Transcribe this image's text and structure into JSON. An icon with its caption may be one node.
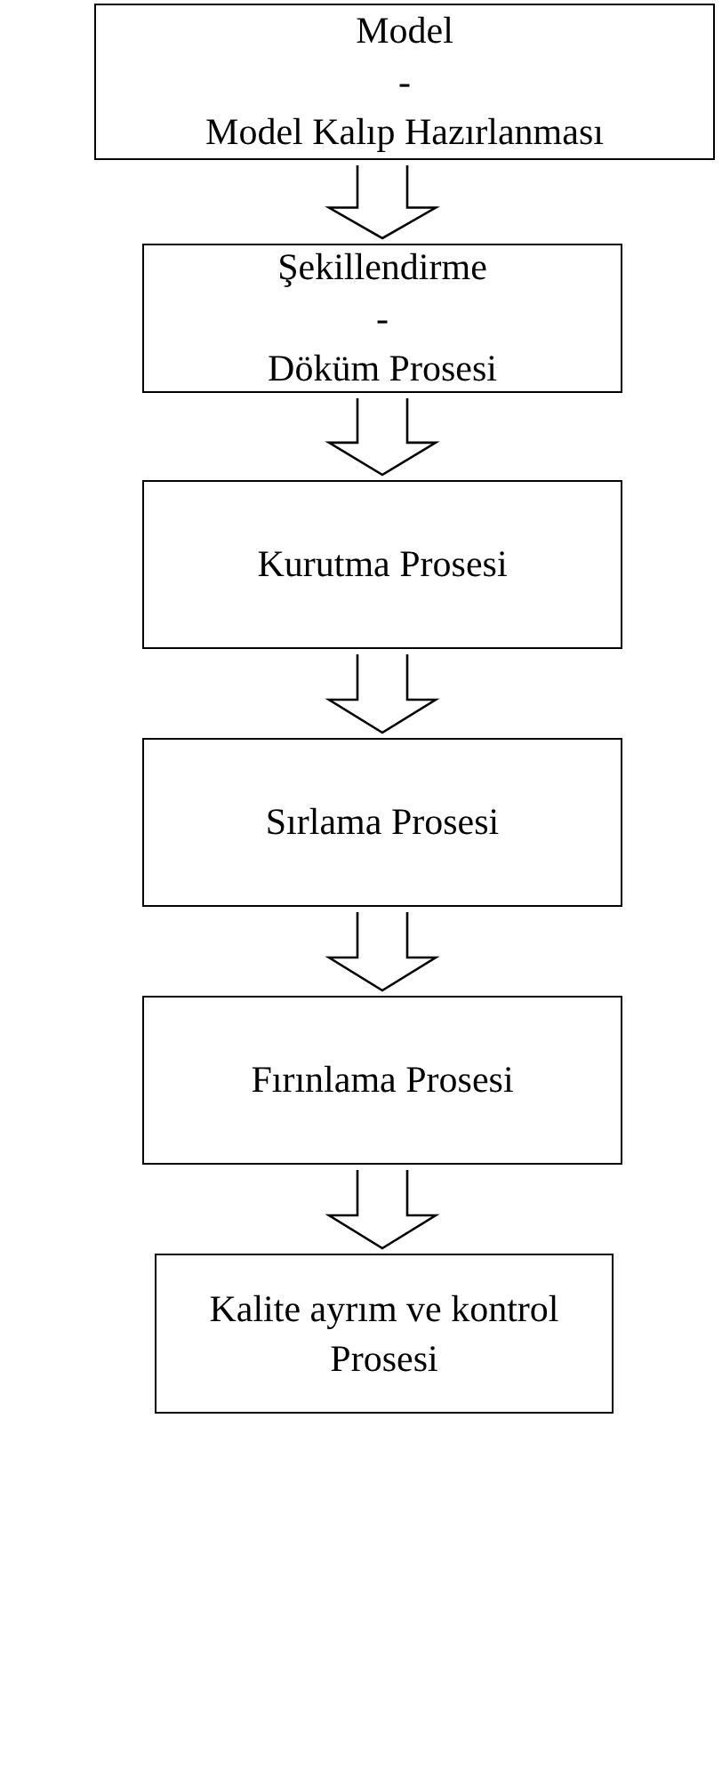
{
  "diagram": {
    "nodes": [
      {
        "text": [
          "Model",
          "-",
          "Model Kalıp Hazırlanması"
        ]
      },
      {
        "text": [
          "Şekillendirme",
          "-",
          "Döküm Prosesi"
        ]
      },
      {
        "text": [
          "Kurutma Prosesi"
        ]
      },
      {
        "text": [
          "Sırlama Prosesi"
        ]
      },
      {
        "text": [
          "Fırınlama Prosesi"
        ]
      },
      {
        "text": [
          "Kalite ayrım ve kontrol Prosesi"
        ]
      }
    ],
    "edges": [
      {
        "from": 0,
        "to": 1,
        "arrow": "to"
      },
      {
        "from": 1,
        "to": 2,
        "arrow": "to"
      },
      {
        "from": 2,
        "to": 3,
        "arrow": "to"
      },
      {
        "from": 3,
        "to": 4,
        "arrow": "to"
      },
      {
        "from": 4,
        "to": 5,
        "arrow": "to"
      }
    ]
  }
}
